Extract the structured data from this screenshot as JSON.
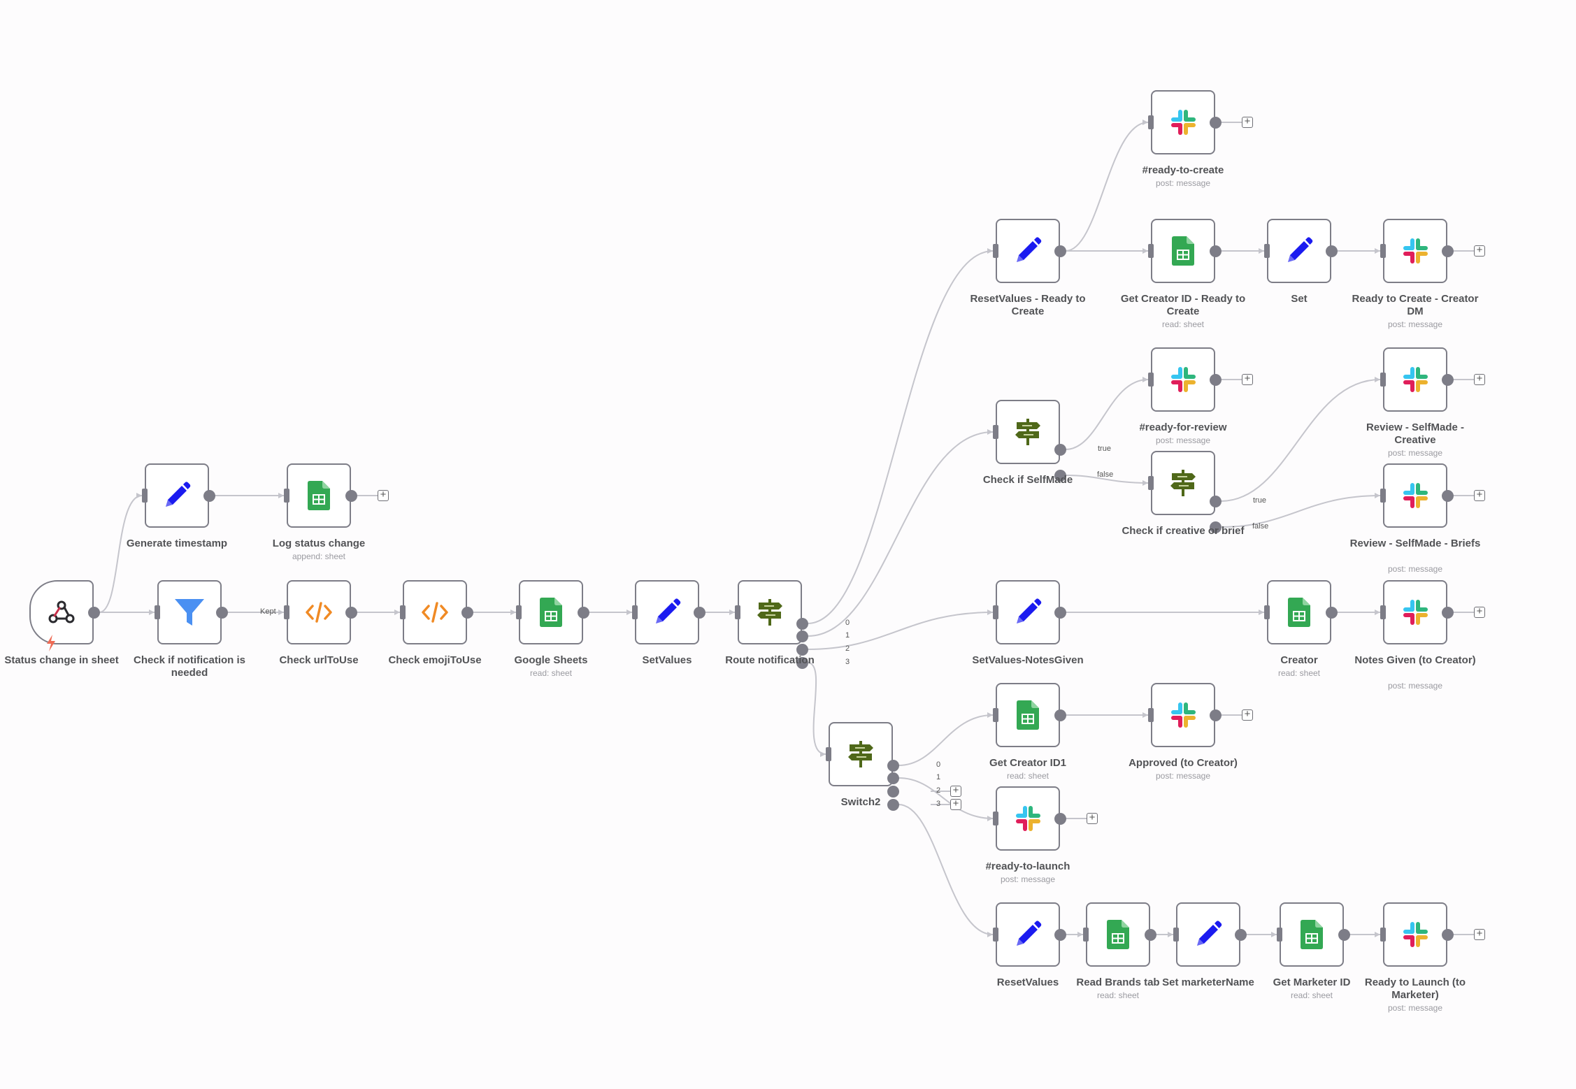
{
  "colors": {
    "edge": "#c5c5cc",
    "node_border": "#7d7d87",
    "handle": "#7d7d87",
    "label": "#525356",
    "sublabel": "#9a9aa0",
    "trigger_bolt": "#ee6b55",
    "set_icon": "#1b1bf0",
    "filter_icon": "#4a90f2",
    "code_icon": "#f08a24",
    "sheets_icon": "#33a853",
    "switch_icon": "#4f6819"
  },
  "nodes": [
    {
      "id": "status_change",
      "label": "Status change in sheet",
      "icon": "webhook-icon"
    },
    {
      "id": "generate_timestamp",
      "label": "Generate timestamp",
      "icon": "pencil-icon"
    },
    {
      "id": "log_status",
      "label": "Log status change",
      "sub": "append: sheet",
      "icon": "sheets-icon"
    },
    {
      "id": "check_notification",
      "label": "Check if notification is needed",
      "icon": "filter-icon"
    },
    {
      "id": "check_url",
      "label": "Check urlToUse",
      "icon": "code-icon"
    },
    {
      "id": "check_emoji",
      "label": "Check emojiToUse",
      "icon": "code-icon"
    },
    {
      "id": "google_sheets",
      "label": "Google Sheets",
      "sub": "read: sheet",
      "icon": "sheets-icon"
    },
    {
      "id": "setvalues",
      "label": "SetValues",
      "icon": "pencil-icon"
    },
    {
      "id": "route_notification",
      "label": "Route notification",
      "icon": "signpost-icon"
    },
    {
      "id": "switch2",
      "label": "Switch2",
      "icon": "signpost-icon"
    },
    {
      "id": "reset_ready",
      "label": "ResetValues - Ready to Create",
      "icon": "pencil-icon"
    },
    {
      "id": "ready_to_create",
      "label": "#ready-to-create",
      "sub": "post: message",
      "icon": "slack-icon"
    },
    {
      "id": "get_creator_ready",
      "label": "Get Creator ID - Ready to Create",
      "sub": "read: sheet",
      "icon": "sheets-icon"
    },
    {
      "id": "set",
      "label": "Set",
      "icon": "pencil-icon"
    },
    {
      "id": "ready_creator_dm",
      "label": "Ready to Create - Creator DM",
      "sub": "post: message",
      "icon": "slack-icon"
    },
    {
      "id": "check_selfmade",
      "label": "Check if SelfMade",
      "icon": "signpost-icon"
    },
    {
      "id": "ready_for_review",
      "label": "#ready-for-review",
      "sub": "post: message",
      "icon": "slack-icon"
    },
    {
      "id": "check_creative",
      "label": "Check if creative or brief",
      "icon": "signpost-icon"
    },
    {
      "id": "review_creative",
      "label": "Review - SelfMade - Creative",
      "sub": "post: message",
      "icon": "slack-icon"
    },
    {
      "id": "review_briefs",
      "label": "Review - SelfMade - Briefs",
      "sub": "post: message",
      "icon": "slack-icon"
    },
    {
      "id": "setvalues_notes",
      "label": "SetValues-NotesGiven",
      "icon": "pencil-icon"
    },
    {
      "id": "creator",
      "label": "Creator",
      "sub": "read: sheet",
      "icon": "sheets-icon"
    },
    {
      "id": "notes_given",
      "label": "Notes Given (to Creator)",
      "sub": "post: message",
      "icon": "slack-icon"
    },
    {
      "id": "get_creator_id1",
      "label": "Get Creator ID1",
      "sub": "read: sheet",
      "icon": "sheets-icon"
    },
    {
      "id": "approved",
      "label": "Approved (to Creator)",
      "sub": "post: message",
      "icon": "slack-icon"
    },
    {
      "id": "ready_to_launch",
      "label": "#ready-to-launch",
      "sub": "post: message",
      "icon": "slack-icon"
    },
    {
      "id": "reset_values",
      "label": "ResetValues",
      "icon": "pencil-icon"
    },
    {
      "id": "read_brands",
      "label": "Read Brands tab",
      "sub": "read: sheet",
      "icon": "sheets-icon"
    },
    {
      "id": "set_marketer",
      "label": "Set marketerName",
      "icon": "pencil-icon"
    },
    {
      "id": "get_marketer",
      "label": "Get Marketer ID",
      "sub": "read: sheet",
      "icon": "sheets-icon"
    },
    {
      "id": "ready_launch_marketer",
      "label": "Ready to Launch (to Marketer)",
      "sub": "post: message",
      "icon": "slack-icon"
    }
  ],
  "port_labels": {
    "kept": "Kept",
    "true": "true",
    "false": "false",
    "route": [
      "0",
      "1",
      "2",
      "3"
    ],
    "switch": [
      "0",
      "1",
      "2",
      "3"
    ]
  },
  "plus_symbol": "+"
}
